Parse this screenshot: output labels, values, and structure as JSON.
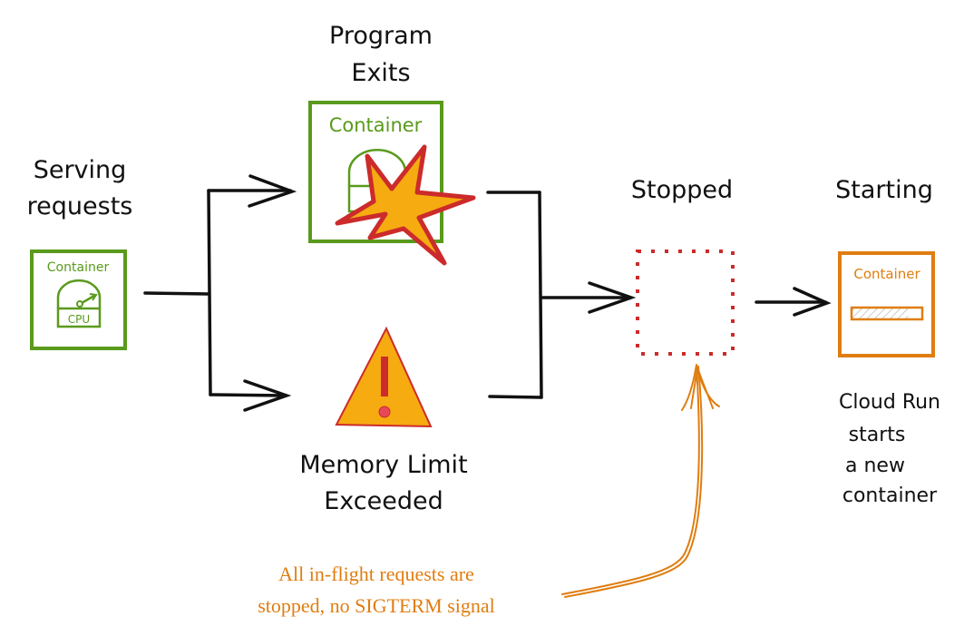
{
  "colors": {
    "ink": "#111111",
    "green": "#5a9a1c",
    "orange": "#e07d10",
    "red": "#cc2b2b",
    "amber": "#f6ab10"
  },
  "states": {
    "serving": {
      "title_line1": "Serving",
      "title_line2": "requests",
      "container_label": "Container",
      "gauge_label": "CPU",
      "icon": "cpu-gauge-icon"
    },
    "program_exits": {
      "title_line1": "Program",
      "title_line2": "Exits",
      "container_label": "Container",
      "icon": "explosion-star-icon"
    },
    "memory_limit": {
      "title_line1": "Memory Limit",
      "title_line2": "Exceeded",
      "icon": "warning-triangle-icon"
    },
    "stopped": {
      "title": "Stopped",
      "icon": "empty-dotted-box"
    },
    "starting": {
      "title": "Starting",
      "container_label": "Container",
      "progress": 0.8,
      "icon": "progress-bar-icon"
    }
  },
  "caption": {
    "line1": "Cloud Run",
    "line2": "starts",
    "line3": "a new",
    "line4": "container"
  },
  "annotation": {
    "line1": "All in-flight requests are",
    "line2": "stopped, no SIGTERM signal"
  }
}
